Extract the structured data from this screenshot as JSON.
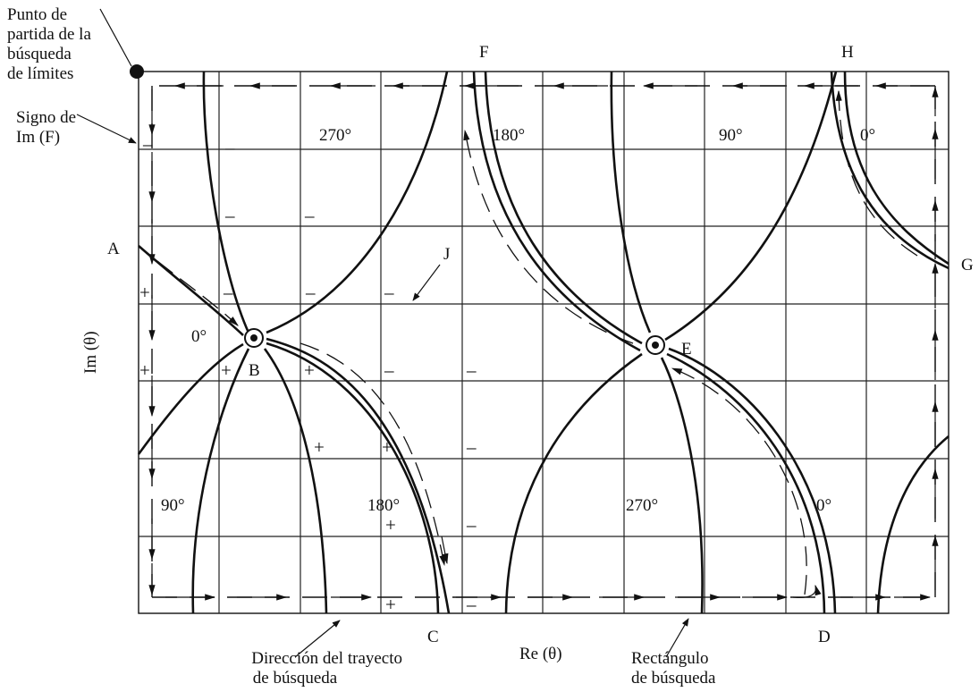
{
  "annotations": {
    "start_point": [
      "Punto de",
      "partida de la",
      "búsqueda",
      "de límites"
    ],
    "sign_label": [
      "Signo de",
      "Im (F)"
    ],
    "direction_label": [
      "Dirección del trayecto",
      "de búsqueda"
    ],
    "rect_label": [
      "Rectángulo",
      "de búsqueda"
    ]
  },
  "axes": {
    "x_label": "Re (θ)",
    "y_label": "Im (θ)"
  },
  "points": {
    "A": "A",
    "B": "B",
    "C": "C",
    "D": "D",
    "E": "E",
    "F": "F",
    "G": "G",
    "H": "H",
    "J": "J"
  },
  "angles": {
    "a270_top": "270°",
    "a180_top": "180°",
    "a90_top": "90°",
    "a0_top": "0°",
    "a0_left": "0°",
    "a90_bottom": "90°",
    "a180_bottom": "180°",
    "a270_bottom": "270°",
    "a0_bottom": "0°"
  },
  "signs": {
    "minus": "–",
    "plus": "+"
  }
}
